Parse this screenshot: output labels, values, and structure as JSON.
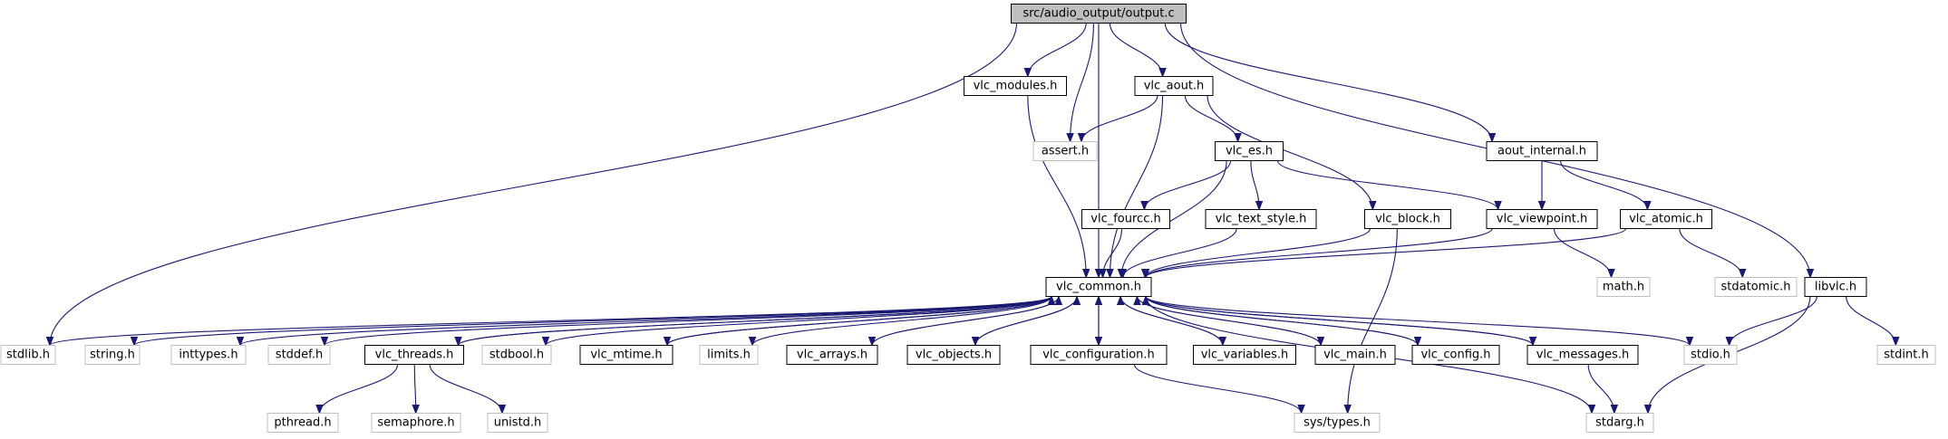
{
  "title": "src/audio_output/output.c",
  "nodes": [
    {
      "id": "output_c",
      "label": "src/audio_output/output.c",
      "kind": "root"
    },
    {
      "id": "stdlib_h",
      "label": "stdlib.h",
      "kind": "ext"
    },
    {
      "id": "vlc_common_h",
      "label": "vlc_common.h",
      "kind": "int"
    },
    {
      "id": "vlc_modules_h",
      "label": "vlc_modules.h",
      "kind": "int"
    },
    {
      "id": "assert_h",
      "label": "assert.h",
      "kind": "ext"
    },
    {
      "id": "vlc_aout_h",
      "label": "vlc_aout.h",
      "kind": "int"
    },
    {
      "id": "aout_internal_h",
      "label": "aout_internal.h",
      "kind": "int"
    },
    {
      "id": "libvlc_h",
      "label": "libvlc.h",
      "kind": "int"
    },
    {
      "id": "vlc_es_h",
      "label": "vlc_es.h",
      "kind": "int"
    },
    {
      "id": "vlc_block_h",
      "label": "vlc_block.h",
      "kind": "int"
    },
    {
      "id": "vlc_viewpoint_h",
      "label": "vlc_viewpoint.h",
      "kind": "int"
    },
    {
      "id": "vlc_atomic_h",
      "label": "vlc_atomic.h",
      "kind": "int"
    },
    {
      "id": "vlc_fourcc_h",
      "label": "vlc_fourcc.h",
      "kind": "int"
    },
    {
      "id": "vlc_text_style_h",
      "label": "vlc_text_style.h",
      "kind": "int"
    },
    {
      "id": "math_h",
      "label": "math.h",
      "kind": "ext"
    },
    {
      "id": "stdatomic_h",
      "label": "stdatomic.h",
      "kind": "ext"
    },
    {
      "id": "string_h",
      "label": "string.h",
      "kind": "ext"
    },
    {
      "id": "inttypes_h",
      "label": "inttypes.h",
      "kind": "ext"
    },
    {
      "id": "stddef_h",
      "label": "stddef.h",
      "kind": "ext"
    },
    {
      "id": "vlc_threads_h",
      "label": "vlc_threads.h",
      "kind": "int"
    },
    {
      "id": "stdbool_h",
      "label": "stdbool.h",
      "kind": "ext"
    },
    {
      "id": "vlc_mtime_h",
      "label": "vlc_mtime.h",
      "kind": "int"
    },
    {
      "id": "limits_h",
      "label": "limits.h",
      "kind": "ext"
    },
    {
      "id": "vlc_arrays_h",
      "label": "vlc_arrays.h",
      "kind": "int"
    },
    {
      "id": "vlc_objects_h",
      "label": "vlc_objects.h",
      "kind": "int"
    },
    {
      "id": "vlc_configuration_h",
      "label": "vlc_configuration.h",
      "kind": "int"
    },
    {
      "id": "vlc_variables_h",
      "label": "vlc_variables.h",
      "kind": "int"
    },
    {
      "id": "vlc_main_h",
      "label": "vlc_main.h",
      "kind": "int"
    },
    {
      "id": "vlc_config_h",
      "label": "vlc_config.h",
      "kind": "int"
    },
    {
      "id": "vlc_messages_h",
      "label": "vlc_messages.h",
      "kind": "int"
    },
    {
      "id": "stdio_h",
      "label": "stdio.h",
      "kind": "ext"
    },
    {
      "id": "stdint_h",
      "label": "stdint.h",
      "kind": "ext"
    },
    {
      "id": "pthread_h",
      "label": "pthread.h",
      "kind": "ext"
    },
    {
      "id": "semaphore_h",
      "label": "semaphore.h",
      "kind": "ext"
    },
    {
      "id": "unistd_h",
      "label": "unistd.h",
      "kind": "ext"
    },
    {
      "id": "sys_types_h",
      "label": "sys/types.h",
      "kind": "ext"
    },
    {
      "id": "stdarg_h",
      "label": "stdarg.h",
      "kind": "ext"
    }
  ],
  "edges": [
    [
      "output_c",
      "stdlib_h"
    ],
    [
      "output_c",
      "vlc_common_h"
    ],
    [
      "output_c",
      "vlc_modules_h"
    ],
    [
      "output_c",
      "assert_h"
    ],
    [
      "output_c",
      "vlc_aout_h"
    ],
    [
      "output_c",
      "aout_internal_h"
    ],
    [
      "output_c",
      "libvlc_h"
    ],
    [
      "vlc_modules_h",
      "vlc_common_h"
    ],
    [
      "vlc_aout_h",
      "assert_h"
    ],
    [
      "vlc_aout_h",
      "vlc_common_h"
    ],
    [
      "vlc_aout_h",
      "vlc_es_h"
    ],
    [
      "vlc_aout_h",
      "vlc_block_h"
    ],
    [
      "vlc_es_h",
      "vlc_fourcc_h"
    ],
    [
      "vlc_es_h",
      "vlc_text_style_h"
    ],
    [
      "vlc_es_h",
      "vlc_common_h"
    ],
    [
      "vlc_es_h",
      "vlc_viewpoint_h"
    ],
    [
      "aout_internal_h",
      "vlc_viewpoint_h"
    ],
    [
      "aout_internal_h",
      "vlc_atomic_h"
    ],
    [
      "vlc_fourcc_h",
      "vlc_common_h"
    ],
    [
      "vlc_text_style_h",
      "vlc_common_h"
    ],
    [
      "vlc_block_h",
      "vlc_common_h"
    ],
    [
      "vlc_block_h",
      "sys_types_h"
    ],
    [
      "vlc_viewpoint_h",
      "vlc_common_h"
    ],
    [
      "vlc_viewpoint_h",
      "math_h"
    ],
    [
      "vlc_atomic_h",
      "vlc_common_h"
    ],
    [
      "vlc_atomic_h",
      "stdatomic_h"
    ],
    [
      "libvlc_h",
      "stdio_h"
    ],
    [
      "libvlc_h",
      "stdint_h"
    ],
    [
      "libvlc_h",
      "stdarg_h"
    ],
    [
      "vlc_common_h",
      "stdlib_h"
    ],
    [
      "vlc_common_h",
      "string_h"
    ],
    [
      "vlc_common_h",
      "inttypes_h"
    ],
    [
      "vlc_common_h",
      "stddef_h"
    ],
    [
      "vlc_common_h",
      "vlc_threads_h"
    ],
    [
      "vlc_common_h",
      "stdbool_h"
    ],
    [
      "vlc_common_h",
      "vlc_mtime_h"
    ],
    [
      "vlc_common_h",
      "limits_h"
    ],
    [
      "vlc_common_h",
      "vlc_arrays_h"
    ],
    [
      "vlc_common_h",
      "vlc_objects_h"
    ],
    [
      "vlc_common_h",
      "vlc_configuration_h"
    ],
    [
      "vlc_common_h",
      "vlc_variables_h"
    ],
    [
      "vlc_common_h",
      "vlc_main_h"
    ],
    [
      "vlc_common_h",
      "vlc_config_h"
    ],
    [
      "vlc_common_h",
      "vlc_messages_h"
    ],
    [
      "vlc_common_h",
      "stdio_h"
    ],
    [
      "vlc_common_h",
      "stdarg_h"
    ],
    [
      "vlc_threads_h",
      "vlc_common_h"
    ],
    [
      "vlc_mtime_h",
      "vlc_common_h"
    ],
    [
      "vlc_arrays_h",
      "vlc_common_h"
    ],
    [
      "vlc_objects_h",
      "vlc_common_h"
    ],
    [
      "vlc_configuration_h",
      "vlc_common_h"
    ],
    [
      "vlc_variables_h",
      "vlc_common_h"
    ],
    [
      "vlc_main_h",
      "vlc_common_h"
    ],
    [
      "vlc_config_h",
      "vlc_common_h"
    ],
    [
      "vlc_messages_h",
      "vlc_common_h"
    ],
    [
      "vlc_threads_h",
      "pthread_h"
    ],
    [
      "vlc_threads_h",
      "semaphore_h"
    ],
    [
      "vlc_threads_h",
      "unistd_h"
    ],
    [
      "vlc_configuration_h",
      "sys_types_h"
    ],
    [
      "vlc_messages_h",
      "stdarg_h"
    ]
  ]
}
